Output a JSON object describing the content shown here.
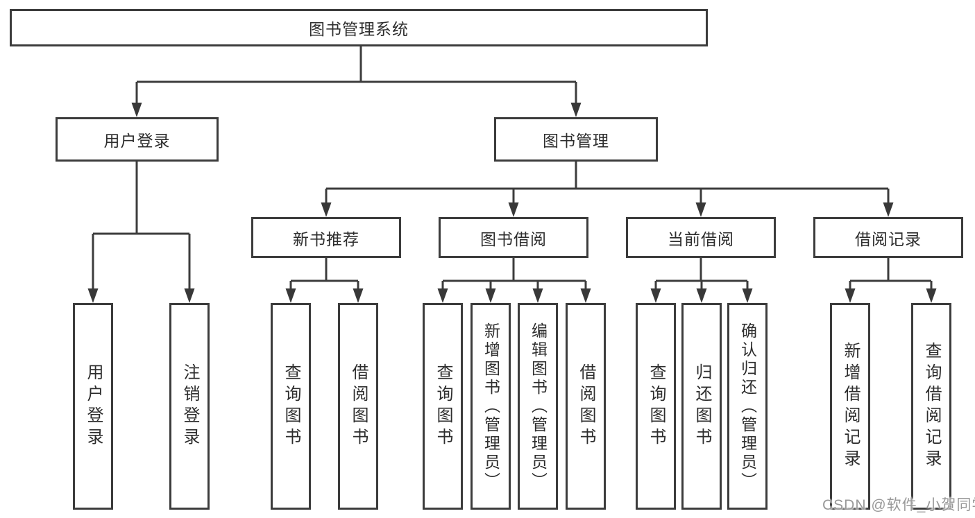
{
  "diagram_title": "图书管理系统",
  "nodes": {
    "root": "图书管理系统",
    "user_login": "用户登录",
    "book_management": "图书管理",
    "new_book_recommend": "新书推荐",
    "book_borrowing": "图书借阅",
    "current_borrowing": "当前借阅",
    "borrowing_records": "借阅记录",
    "ul_user_login": "用户登录",
    "ul_logout": "注销登录",
    "nb_query_book": "查询图书",
    "nb_borrow_book": "借阅图书",
    "bb_query_book": "查询图书",
    "bb_add_book_admin": "新增图书（管理员）",
    "bb_edit_book_admin": "编辑图书（管理员）",
    "bb_borrow_book": "借阅图书",
    "cb_query_book": "查询图书",
    "cb_return_book": "归还图书",
    "cb_confirm_return_admin": "确认归还（管理员）",
    "br_add_record": "新增借阅记录",
    "br_query_record": "查询借阅记录"
  },
  "colors": {
    "line": "#3c3c3c",
    "arrow": "#383838",
    "text": "#2d2d2d",
    "watermark_gray": "#999999",
    "background": "#ffffff"
  },
  "watermark": "CSDN @软件_小贺同学"
}
